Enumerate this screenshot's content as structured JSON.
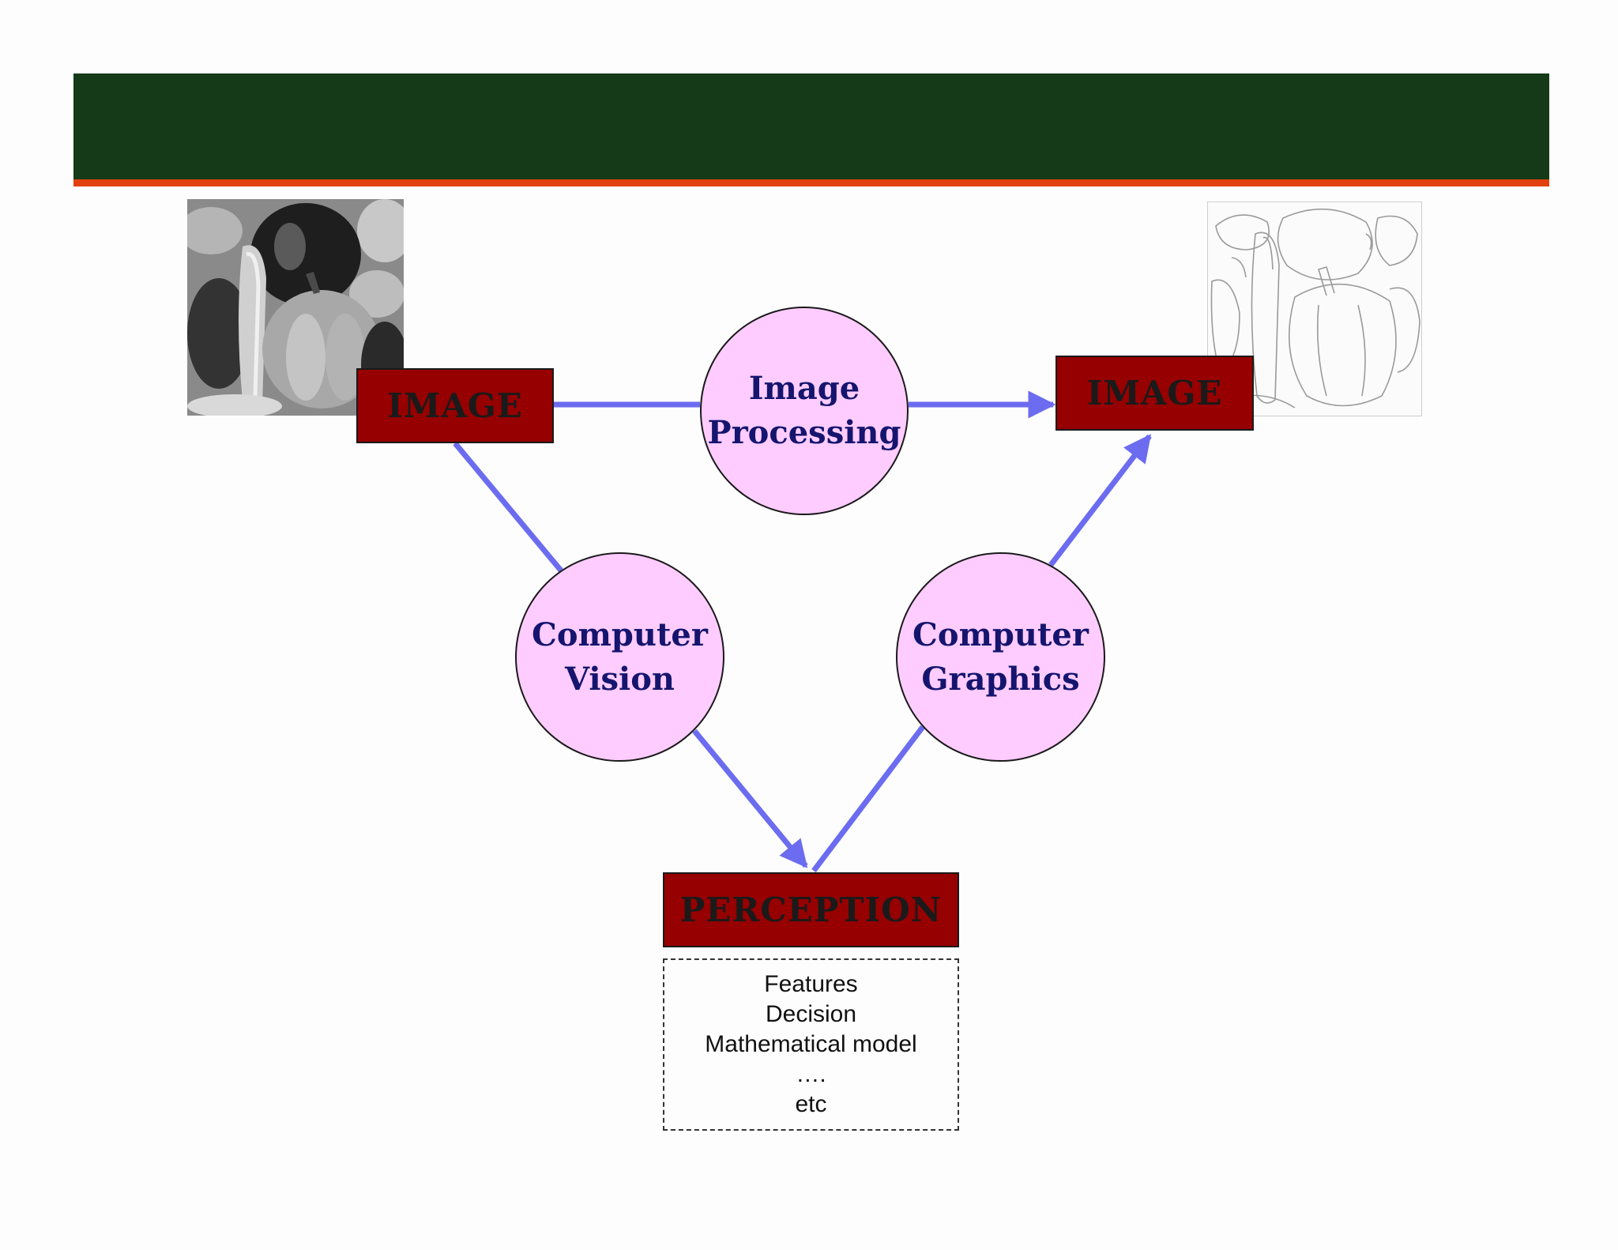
{
  "colors": {
    "header": "#143a18",
    "header_accent": "#e2410f",
    "box_fill": "#960000",
    "circle_fill": "#ffccff",
    "circle_text": "#15156e",
    "arrow": "#6c6cf0"
  },
  "images": {
    "source_photo": "peppers-grayscale-photo",
    "result_photo": "peppers-edge-sketch"
  },
  "boxes": {
    "image_left": "IMAGE",
    "image_right": "IMAGE",
    "perception": "PERCEPTION"
  },
  "circles": {
    "image_processing": {
      "line1": "Image",
      "line2": "Processing"
    },
    "computer_vision": {
      "line1": "Computer",
      "line2": "Vision"
    },
    "computer_graphics": {
      "line1": "Computer",
      "line2": "Graphics"
    }
  },
  "perception_notes": [
    "Features",
    "Decision",
    "Mathematical model",
    "….",
    "etc"
  ]
}
